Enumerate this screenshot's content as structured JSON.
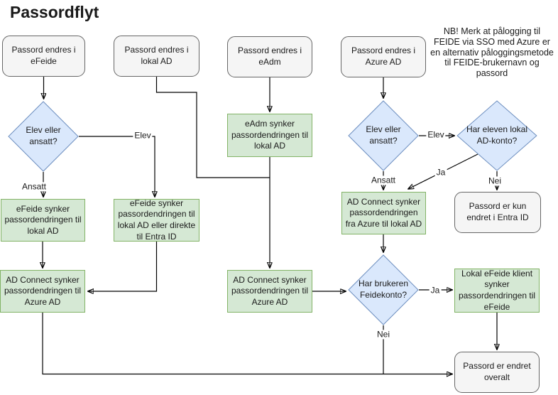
{
  "title": "Passordflyt",
  "note": "NB! Merk at pålogging til\nFEIDE via SSO med Azure er\nen alternativ påloggingsmetode\ntil FEIDE-brukernavn og\npassord",
  "colors": {
    "process_fill": "#d5e8d4",
    "process_border": "#82b366",
    "decision_fill": "#dae8fc",
    "decision_border": "#6c8ebf",
    "terminal_fill": "#f5f5f5",
    "terminal_border": "#666666",
    "edge": "#000000"
  },
  "nodes": {
    "start_efeide": "Passord endres i eFeide",
    "start_lokal_ad": "Passord endres i lokal AD",
    "start_eadm": "Passord endres i eAdm",
    "start_azure_ad": "Passord endres i Azure AD",
    "decision_elev_ansatt_1": "Elev eller ansatt?",
    "decision_elev_ansatt_2": "Elev eller ansatt?",
    "decision_lokal_ad_konto": "Har eleven lokal AD-konto?",
    "decision_feidekonto": "Har brukeren Feidekonto?",
    "proc_efeide_lokal_ad": "eFeide synker passordendringen til lokal AD",
    "proc_efeide_lokal_ad_entra": "eFeide synker passordendringen til lokal AD eller direkte til Entra ID",
    "proc_eadm_lokal_ad": "eAdm synker passordendringen til lokal AD",
    "proc_adconnect_fra_azure": "AD Connect synker passordendringen fra Azure til lokal AD",
    "proc_adconnect_azure_1": "AD Connect synker passordendringen til Azure AD",
    "proc_adconnect_azure_2": "AD Connect synker passordendringen til Azure AD",
    "proc_lokal_efeide_klient": "Lokal eFeide klient synker passordendringen til eFeide",
    "end_entra_only": "Passord er kun endret i Entra ID",
    "end_overalt": "Passord er endret overalt"
  },
  "edge_labels": {
    "elev": "Elev",
    "ansatt": "Ansatt",
    "ja": "Ja",
    "nei": "Nei"
  }
}
